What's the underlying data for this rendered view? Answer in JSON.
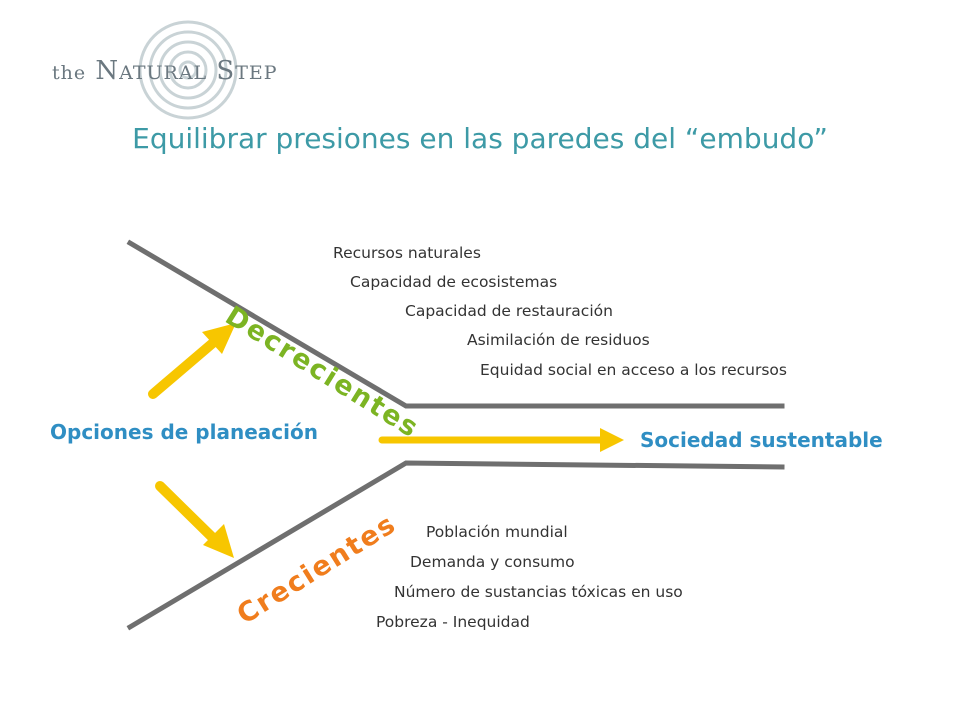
{
  "logo": {
    "brand": "the Natural Step",
    "word_the": "the",
    "word_natural_initial": "N",
    "word_natural_rest": "ATURAL",
    "word_step_initial": "S",
    "word_step_rest": "TEP"
  },
  "title": "Equilibrar presiones en las paredes del “embudo”",
  "decreasing": {
    "label": "Decrecientes",
    "items": [
      "Recursos naturales",
      "Capacidad de ecosistemas",
      "Capacidad de restauración",
      "Asimilación de residuos",
      "Equidad social en acceso a los recursos"
    ]
  },
  "increasing": {
    "label": "Crecientes",
    "items": [
      "Población mundial",
      "Demanda y consumo",
      "Número de sustancias tóxicas en uso",
      "Pobreza - Inequidad"
    ]
  },
  "start_label": "Opciones de planeación",
  "end_label": "Sociedad sustentable",
  "colors": {
    "title": "#3d9aa6",
    "blue_labels": "#2f8ec3",
    "green": "#7cb423",
    "orange": "#f07d1d",
    "arrow": "#f7c600",
    "funnel": "#6f6f6f",
    "logo": "#6b7880"
  }
}
